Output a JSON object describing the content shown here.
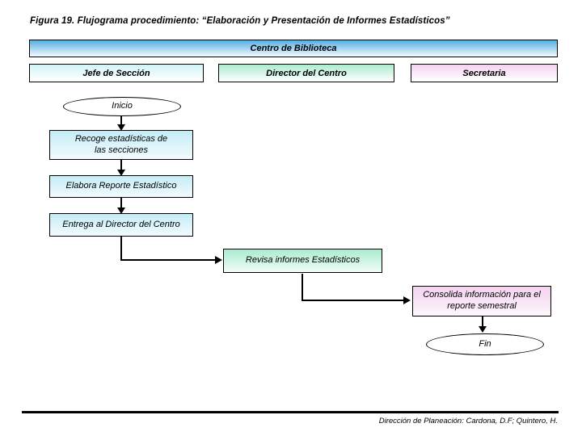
{
  "title": "Figura 19. Flujograma procedimiento: “Elaboración y Presentación de Informes Estadísticos”",
  "org_header": {
    "label": "Centro de Biblioteca"
  },
  "columns": [
    {
      "id": "jefe-de-seccion",
      "label": "Jefe de Sección"
    },
    {
      "id": "director-del-centro",
      "label": "Director del Centro"
    },
    {
      "id": "secretaria",
      "label": "Secretaria"
    }
  ],
  "flowchart": {
    "start": "Inicio",
    "step_recoge": "Recoge estadísticas de las secciones",
    "step_elabora": "Elabora Reporte Estadístico",
    "step_entrega": "Entrega al Director del Centro",
    "step_revisa": "Revisa informes Estadísticos",
    "step_consolida": "Consolida información para el reporte semestral",
    "end": "Fin"
  },
  "footer": {
    "credit": "Dirección de Planeación: Cardona, D.F; Quintero, H."
  },
  "colors": {
    "header_blue_top": "#54aee3",
    "cyan_header_top": "#d2f4f8",
    "cyan_top": "#c5ecf5",
    "green_top": "#abeccf",
    "pink_top": "#f4d3f0",
    "line_color": "#000000"
  }
}
